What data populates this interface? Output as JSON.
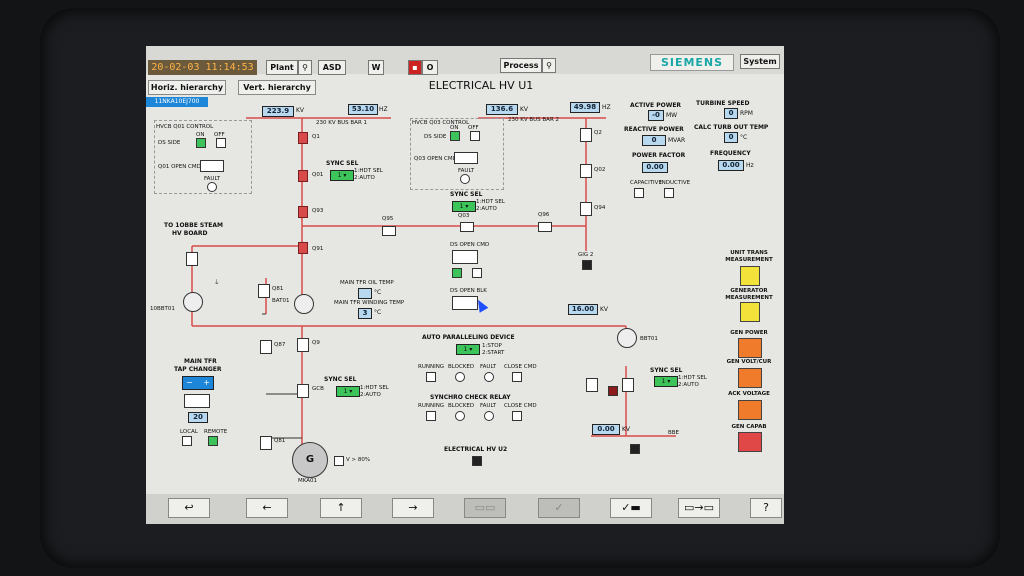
{
  "topbar": {
    "datetime": "20-02-03 11:14:53",
    "plant_label": "Plant",
    "asd_label": "ASD",
    "w_label": "W",
    "o_label": "O",
    "process_label": "Process",
    "brand": "SIEMENS",
    "system_label": "System"
  },
  "nav": {
    "horiz": "Horiz. hierarchy",
    "vert": "Vert. hierarchy"
  },
  "title": "ELECTRICAL HV U1",
  "tag": "11NKA10EJ700",
  "bus1": {
    "kv": "223.9",
    "kv_unit": "KV",
    "hz": "53.10",
    "hz_unit": "HZ",
    "name": "230 KV BUS BAR 1"
  },
  "bus2": {
    "kv": "136.6",
    "kv_unit": "KV",
    "hz": "49.98",
    "hz_unit": "HZ",
    "name": "230 KV BUS BAR 2"
  },
  "hvcb_left": {
    "title": "HVCB Q01 CONTROL",
    "ds_side": "DS SIDE",
    "on": "ON",
    "off": "OFF",
    "open_cmd": "Q01 OPEN CMD",
    "fault": "FAULT"
  },
  "hvcb_right": {
    "title": "HVCB Q03 CONTROL",
    "ds_side": "DS SIDE",
    "on": "ON",
    "off": "OFF",
    "open_cmd": "Q03 OPEN CMD",
    "fault": "FAULT"
  },
  "sync_sel": {
    "label": "SYNC SEL",
    "value": "1 ▾",
    "opt1": "1:HDT SEL",
    "opt2": "2:AUTO"
  },
  "switches": {
    "q1": "Q1",
    "q01": "Q01",
    "q93": "Q93",
    "q91": "Q91",
    "q2": "Q2",
    "q02": "Q02",
    "q94": "Q94",
    "q95": "Q95",
    "q03": "Q03",
    "q96": "Q96",
    "q81": "Q81",
    "q9": "Q9",
    "q87": "Q87",
    "gcb": "GCB",
    "q81b": "Q81"
  },
  "labels": {
    "to_board": "TO 1OBBE STEAM",
    "hv_board": "HV BOARD",
    "bat01": "10BBT01",
    "bat01b": "BAT01",
    "gig": "GIG 2",
    "bbt01": "BBT01",
    "bbe": "BBE",
    "mka01": "MKA01",
    "gen": "G",
    "v_check": "V > 80%",
    "main_tfr_oil": "MAIN TFR OIL TEMP",
    "main_tfr_winding": "MAIN TFR WINDING TEMP",
    "ds_open_cmd": "DS OPEN CMD",
    "ds_open_blk": "DS OPEN BLK",
    "auto_paralleling": "AUTO PARALLELING DEVICE",
    "ap_stop": "1:STOP",
    "ap_start": "2:START",
    "running": "RUNNING",
    "blocked": "BLOCKED",
    "fault": "FAULT",
    "close_cmd": "CLOSE CMD",
    "synchro_check": "SYNCHRO CHECK RELAY",
    "electrical_hv_u2": "ELECTRICAL HV U2",
    "main_tfr": "MAIN TFR",
    "tap_changer": "TAP CHANGER",
    "local": "LOCAL",
    "remote": "REMOTE",
    "deg_c": "°C"
  },
  "values": {
    "oil_temp": "",
    "winding_temp": "3",
    "mv_kv": "16.00",
    "mv_kv_unit": "KV",
    "bbt_kv": "0.00",
    "bbt_kv_unit": "KV",
    "tap_pos": "20"
  },
  "right_meas": {
    "active_power": "ACTIVE POWER",
    "active_power_val": "-0",
    "active_power_unit": "MW",
    "reactive_power": "REACTIVE POWER",
    "reactive_power_val": "0",
    "reactive_power_unit": "MVAR",
    "power_factor": "POWER FACTOR",
    "power_factor_val": "0.00",
    "capacitive": "CAPACITIVE",
    "inductive": "INDUCTIVE",
    "turbine_speed": "TURBINE SPEED",
    "turbine_speed_val": "0",
    "turbine_speed_unit": "RPM",
    "calc_turb": "CALC TURB OUT TEMP",
    "calc_turb_val": "0",
    "calc_turb_unit": "°C",
    "frequency": "FREQUENCY",
    "frequency_val": "0.00",
    "frequency_unit": "Hz"
  },
  "right_buttons": {
    "unit_trans": "UNIT TRANS",
    "measurement": "MEASUREMENT",
    "generator": "GENERATOR",
    "gen_measurement": "MEASUREMENT",
    "gen_power": "GEN POWER",
    "gen_volt": "GEN VOLT/CUR",
    "ack_voltage": "ACK VOLTAGE",
    "gen_capab": "GEN CAPAB"
  },
  "bottom": {
    "b1": "↩",
    "b2": "←",
    "b3": "↑",
    "b4": "→",
    "b5": "▭▭",
    "b6": "✓",
    "b7": "✓▬",
    "b8": "▭→▭",
    "b9": "?"
  },
  "colors": {
    "breaker_closed": "#d94b4b",
    "line": "#d94b4b",
    "selected": "#3cc35a",
    "value_bg": "#b8d8f0",
    "clock_fg": "#ffb347"
  }
}
